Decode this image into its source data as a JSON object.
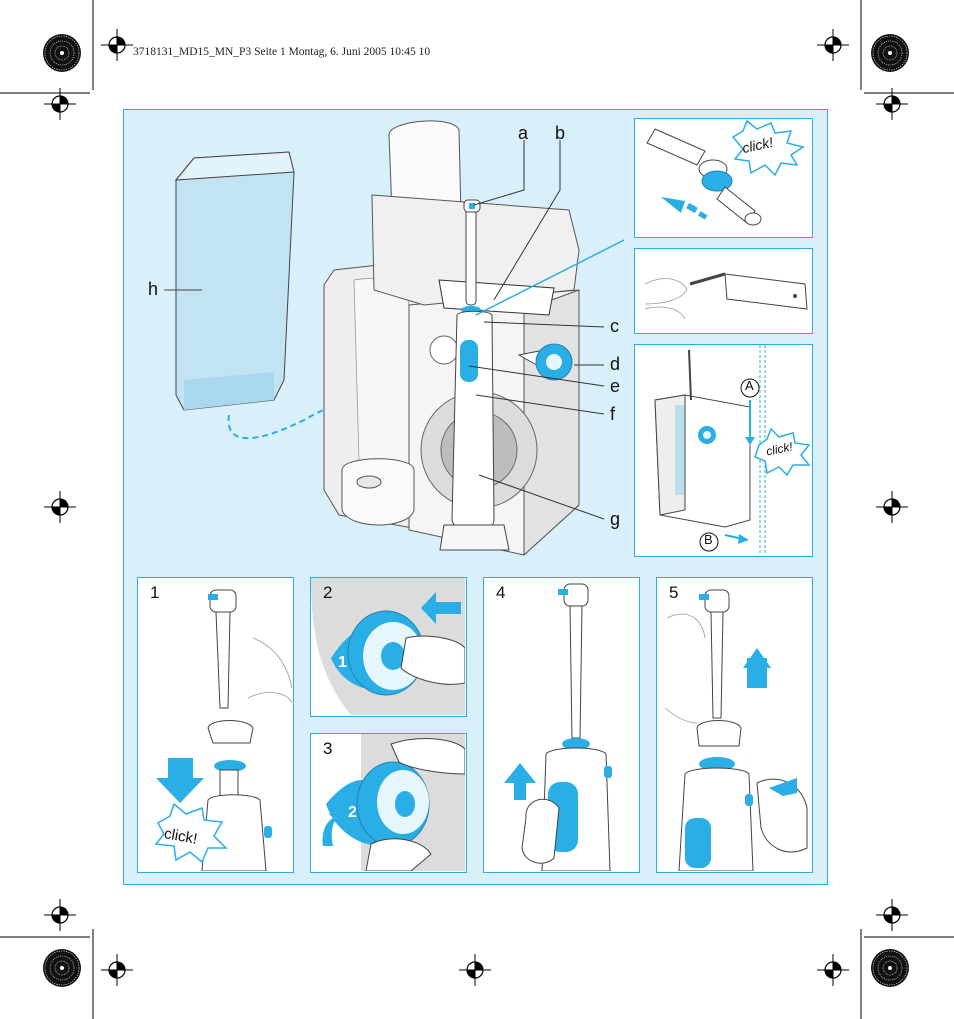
{
  "header": {
    "text": "3718131_MD15_MN_P3  Seite 1  Montag, 6. Juni 2005  10:45 10"
  },
  "labels": {
    "a": "a",
    "b": "b",
    "c": "c",
    "d": "d",
    "e": "e",
    "f": "f",
    "g": "g",
    "h": "h"
  },
  "inset": {
    "click": "click!",
    "marker_a": "A",
    "marker_b": "B"
  },
  "steps": {
    "s1": "1",
    "s2": "2",
    "s3": "3",
    "s4": "4",
    "s5": "5"
  },
  "dial": {
    "pos1": "1",
    "pos2": "2"
  },
  "colors": {
    "accent": "#29aee6",
    "panel_bg": "#d9f0fa",
    "tank": "#c2e3f3"
  }
}
